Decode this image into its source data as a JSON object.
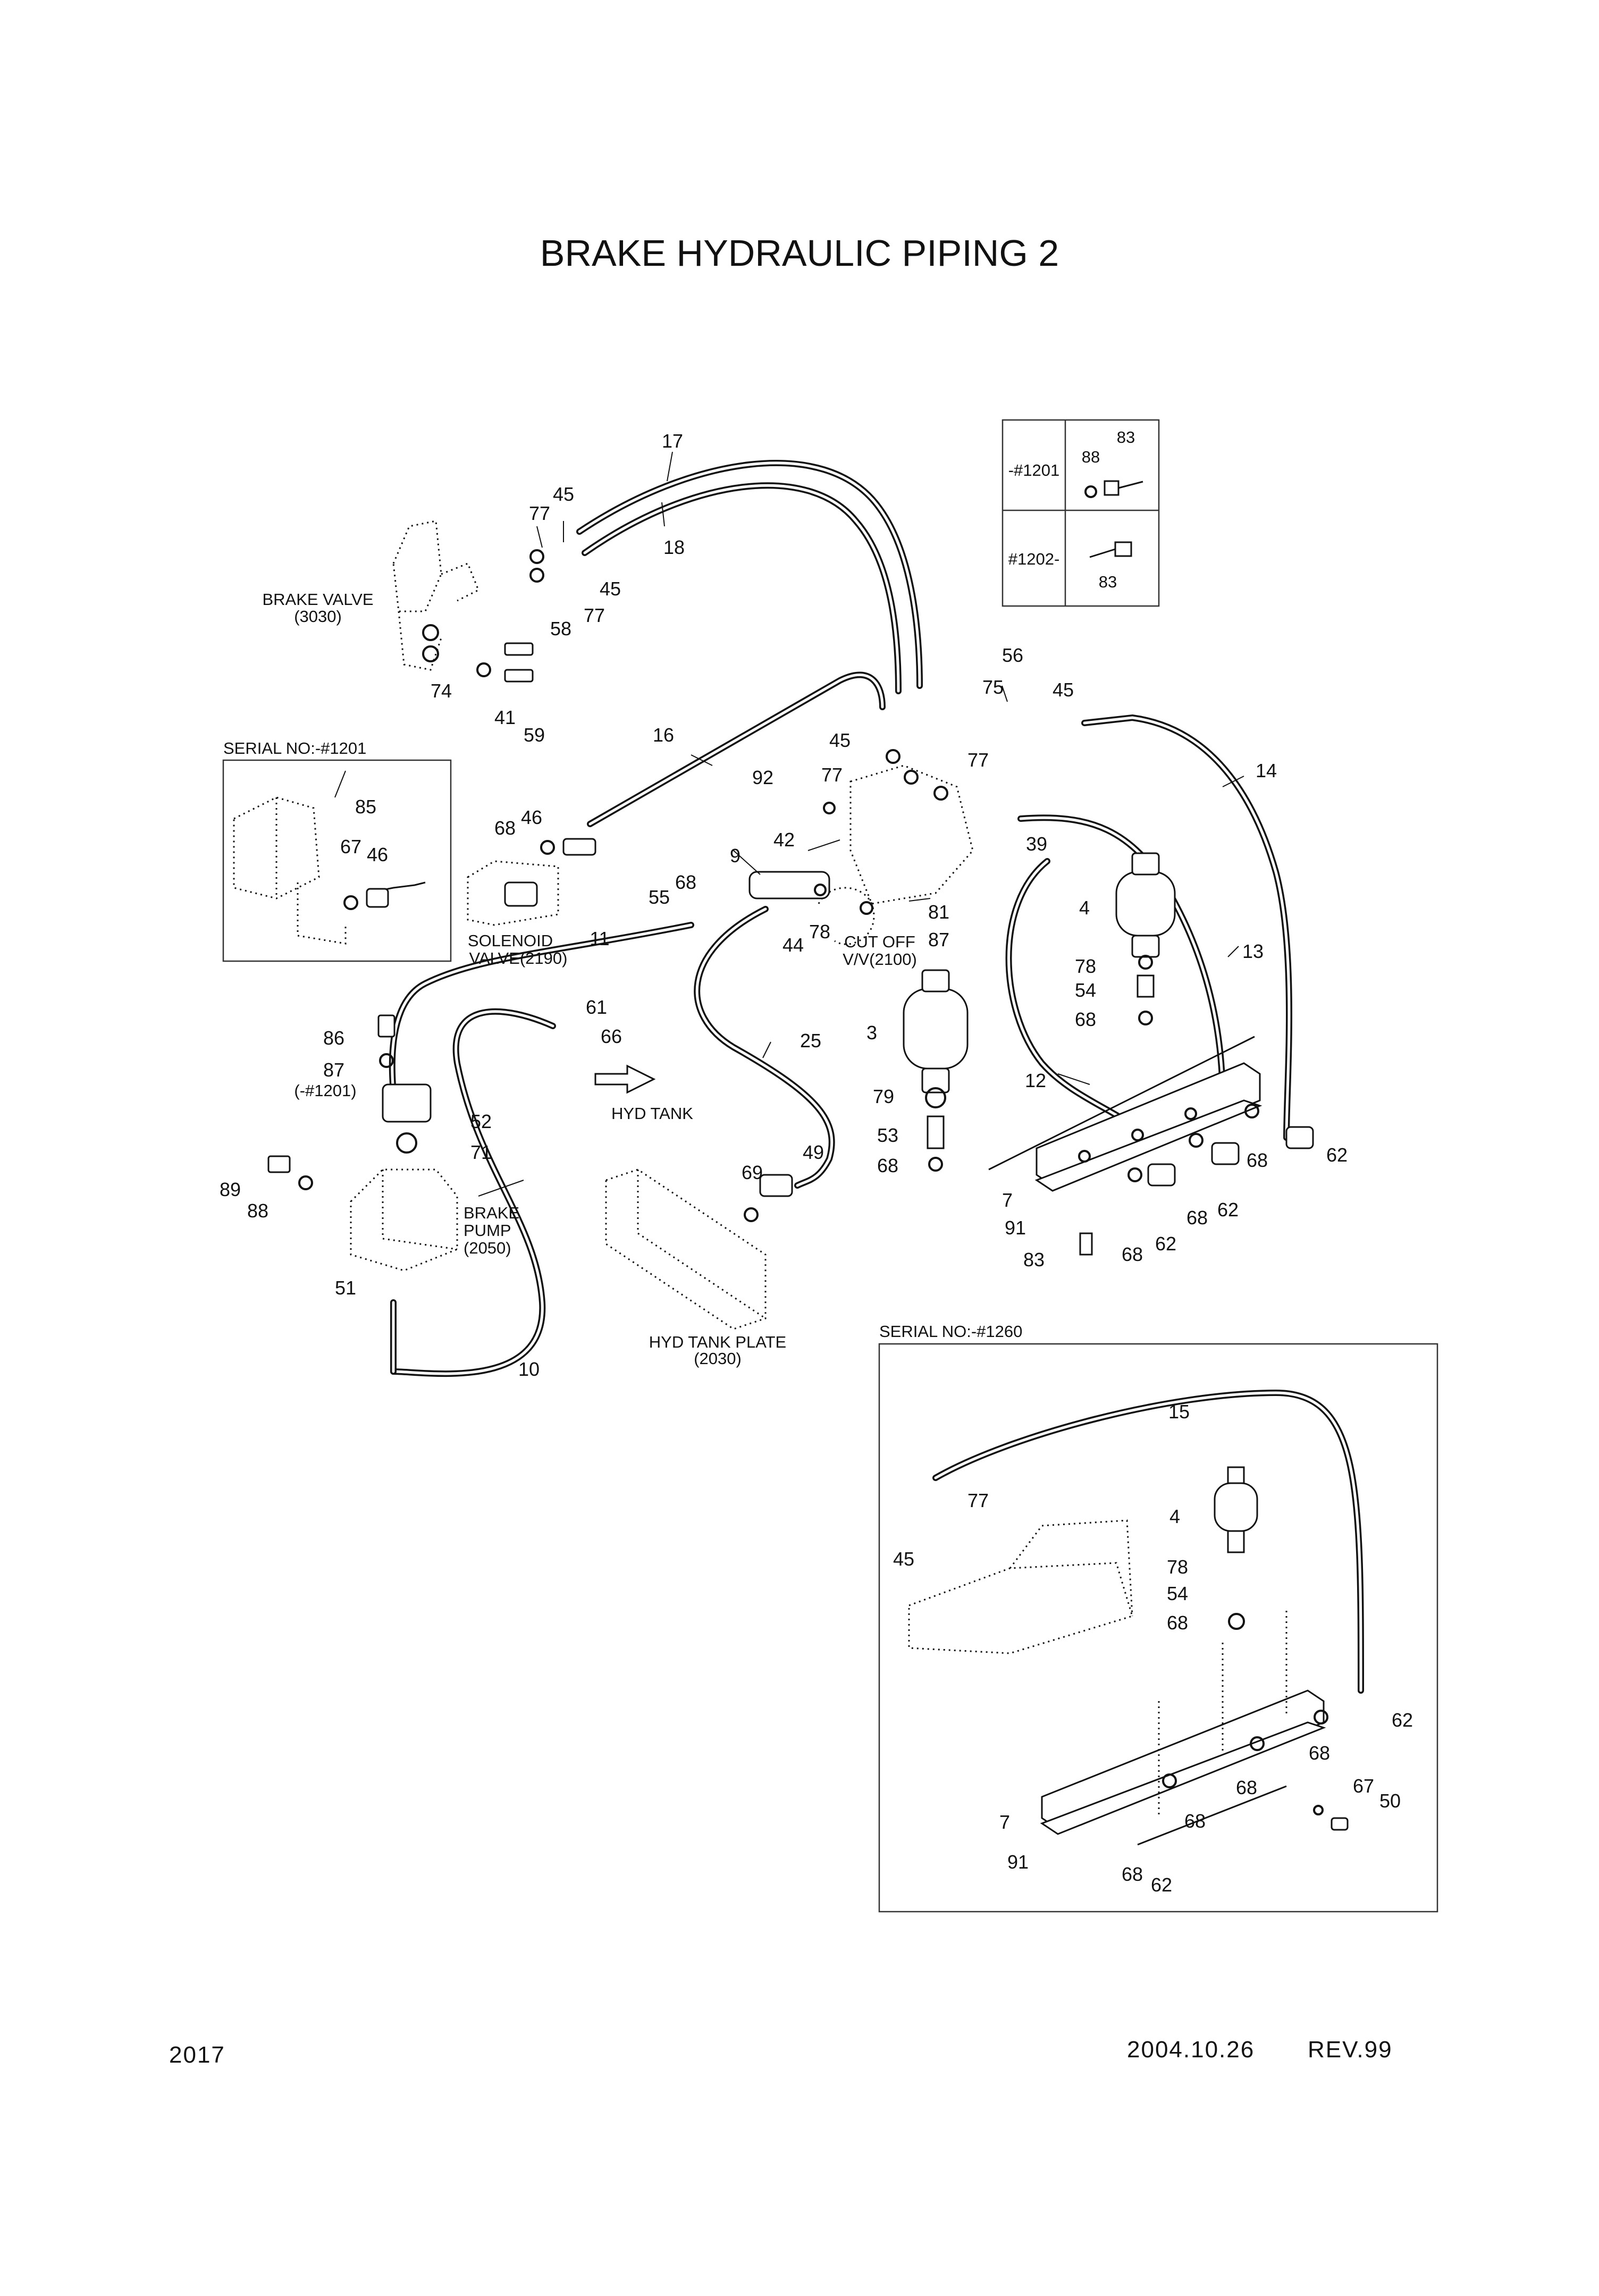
{
  "title": "BRAKE HYDRAULIC PIPING 2",
  "page_number": "2017",
  "revision_date": "2004.10.26",
  "revision": "REV.99",
  "serial_inset_1201": {
    "caption": "SERIAL NO:-#1201",
    "callouts": [
      "85",
      "67",
      "46"
    ]
  },
  "serial_inset_1260": {
    "caption": "SERIAL NO:-#1260",
    "callouts": [
      "15",
      "77",
      "45",
      "4",
      "78",
      "54",
      "68",
      "62",
      "68",
      "68",
      "67",
      "50",
      "7",
      "91",
      "68",
      "68",
      "62"
    ]
  },
  "variant_table": {
    "rows": [
      {
        "serial": "-#1201",
        "parts": [
          "88",
          "83"
        ]
      },
      {
        "serial": "#1202-",
        "parts": [
          "83"
        ]
      }
    ]
  },
  "component_labels": {
    "brake_valve": "BRAKE VALVE",
    "brake_valve_ref": "(3030)",
    "solenoid_valve": "SOLENOID",
    "solenoid_valve_ref": "VALVE(2190)",
    "cut_off_valve": "CUT OFF",
    "cut_off_valve_ref": "V/V(2100)",
    "hyd_tank": "HYD TANK",
    "brake_pump": "BRAKE",
    "brake_pump_2": "PUMP",
    "brake_pump_ref": "(2050)",
    "hyd_tank_plate": "HYD TANK PLATE",
    "hyd_tank_plate_ref": "(2030)",
    "note_1201": "(-#1201)"
  },
  "callouts": {
    "c17": "17",
    "c45a": "45",
    "c77a": "77",
    "c18": "18",
    "c45b": "45",
    "c77b": "77",
    "c58": "58",
    "c74": "74",
    "c41": "41",
    "c59": "59",
    "c16": "16",
    "c56": "56",
    "c75": "75",
    "c45c": "45",
    "c45d": "45",
    "c77c": "77",
    "c77d": "77",
    "c92": "92",
    "c14": "14",
    "c39": "39",
    "c46": "46",
    "c68a": "68",
    "c9": "9",
    "c42": "42",
    "c4": "4",
    "c68b": "68",
    "c55": "55",
    "c81": "81",
    "c78a": "78",
    "c87a": "87",
    "c44": "44",
    "c11": "11",
    "c13": "13",
    "c78b": "78",
    "c54": "54",
    "c68c": "68",
    "c86": "86",
    "c61": "61",
    "c66": "66",
    "c3": "3",
    "c87b": "87",
    "c25": "25",
    "c12": "12",
    "c79": "79",
    "c52": "52",
    "c71": "71",
    "c53": "53",
    "c68d": "68",
    "c89": "89",
    "c88": "88",
    "c49": "49",
    "c69": "69",
    "c68e": "68",
    "c62a": "62",
    "c7": "7",
    "c62b": "62",
    "c68f": "68",
    "c91": "91",
    "c62c": "62",
    "c83": "83",
    "c68g": "68",
    "c51": "51",
    "c10": "10"
  }
}
